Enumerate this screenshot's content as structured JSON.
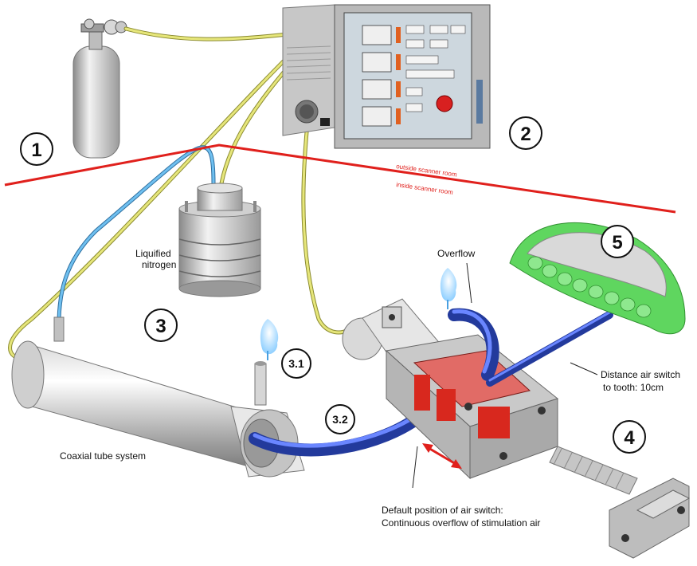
{
  "labels": {
    "outside_room": "outside scanner room",
    "inside_room": "inside scanner room",
    "nitrogen_line1": "Liquified",
    "nitrogen_line2": "nitrogen",
    "overflow": "Overflow",
    "distance_line1": "Distance air switch",
    "distance_line2": "to tooth: 10cm",
    "coaxial": "Coaxial tube system",
    "default_line1": "Default position of air switch:",
    "default_line2": "Continuous overflow of stimulation air"
  },
  "callouts": {
    "n1": "1",
    "n2": "2",
    "n3": "3",
    "n3_1": "3.1",
    "n3_2": "3.2",
    "n4": "4",
    "n5": "5"
  },
  "colors": {
    "boundary": "#e0201c",
    "hose_yellow": "#d9d96a",
    "hose_blue": "#5aaee0",
    "tube_dark_blue": "#2b3fa8",
    "teeth_green": "#5fd65f",
    "valve_red": "#d8281e"
  },
  "icons": {
    "gas_cylinder": "gas-cylinder-icon",
    "control_unit": "control-unit-icon",
    "dewar": "dewar-icon",
    "coaxial_tube": "coaxial-tube-icon",
    "air_switch": "air-switch-icon",
    "spindle": "spindle-icon",
    "dental_model": "dental-model-icon",
    "stop_button": "stop-button-icon"
  }
}
